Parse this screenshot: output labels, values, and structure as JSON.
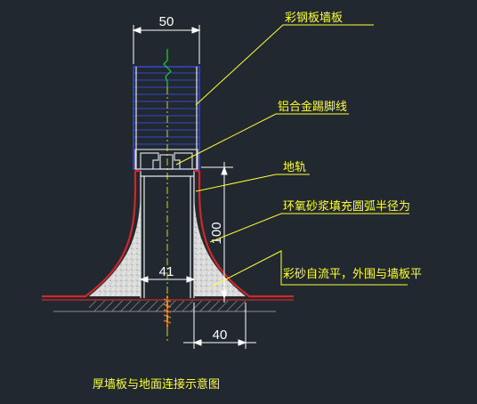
{
  "drawing": {
    "colors": {
      "background": "#212830",
      "leader": "#ffff33",
      "panel_lines": "#3848c8",
      "skirting": "#d02828",
      "dimension": "#ffffff",
      "break_mark": "#22cc33",
      "mortar_fill": "#ffffff"
    },
    "dimensions": {
      "panel_width": "50",
      "skirting_height": "100",
      "rail_width": "41",
      "fillet_width": "40"
    },
    "labels": {
      "steel_panel": "彩钢板墙板",
      "aluminum_skirting": "铝合金踢脚线",
      "floor_rail": "地轨",
      "epoxy_fillet": "环氧砂浆填充圆弧半径为",
      "self_leveling": "彩砂自流平，外围与墙板平"
    },
    "title": "厚墙板与地面连接示意图"
  }
}
